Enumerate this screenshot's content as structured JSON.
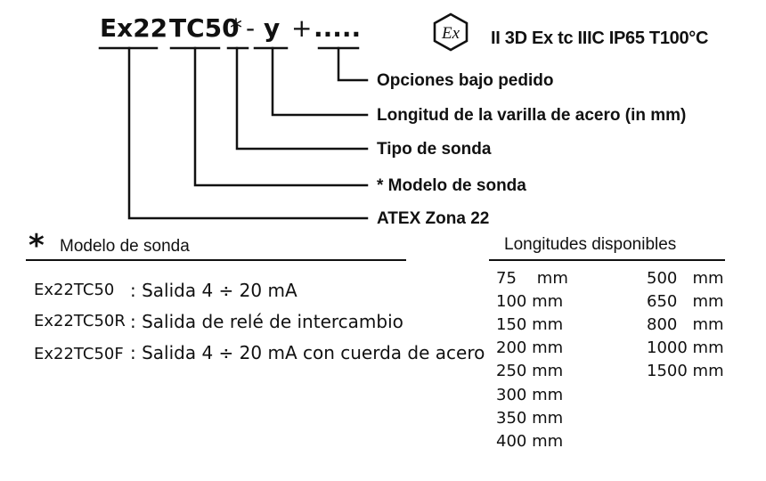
{
  "header": {
    "code": [
      "Ex22",
      "TC50",
      "*",
      "-",
      "y",
      "+",
      "....."
    ],
    "certification": "II 3D Ex tc IIIC IP65 T100°C",
    "ex_logo_text": "Ex"
  },
  "callouts": [
    "Opciones bajo pedido",
    "Longitud de la varilla de acero (in mm)",
    "Tipo de sonda",
    "* Modelo de sonda",
    "ATEX Zona 22"
  ],
  "model_section": {
    "marker": "*",
    "title": "Modelo de sonda",
    "items": [
      {
        "code": "Ex22TC50",
        "description": ": Salida 4 ÷ 20 mA"
      },
      {
        "code": "Ex22TC50R",
        "description": ": Salida de relé de intercambio"
      },
      {
        "code": "Ex22TC50F",
        "description": ": Salida 4 ÷ 20 mA con cuerda de acero"
      }
    ]
  },
  "lengths_section": {
    "title": "Longitudes disponibles",
    "left_column": [
      "75    mm",
      "100 mm",
      "150 mm",
      "200 mm",
      "250 mm",
      "300 mm",
      "350 mm",
      "400 mm"
    ],
    "right_column": [
      "500   mm",
      "650   mm",
      "800   mm",
      "1000 mm",
      "1500 mm"
    ]
  }
}
